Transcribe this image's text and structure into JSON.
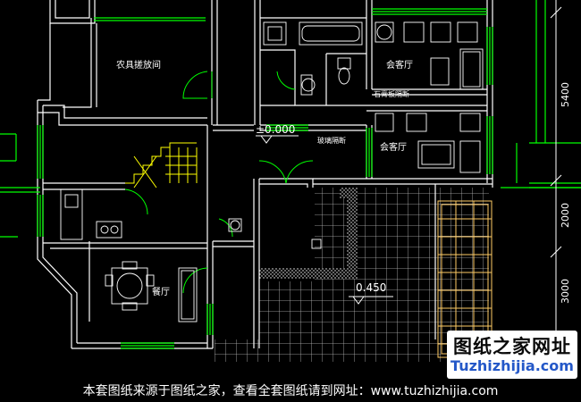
{
  "rooms": {
    "storage": "农具搓放间",
    "reception_top": "会客厅",
    "reception_mid": "会客厅",
    "dining": "餐厅",
    "gypsum_partition": "石膏板隔断",
    "glass_partition": "玻璃隔断"
  },
  "levels": {
    "main": "±0.000",
    "yard": "0.450"
  },
  "dimensions": [
    "5400",
    "2000",
    "3000"
  ],
  "watermark": {
    "title": "图纸之家网址",
    "url": "Tuzhizhijia.com"
  },
  "footer": "本套图纸来源于图纸之家，查看全套图纸请到网址：www.tuzhizhijia.com",
  "colors": {
    "background": "#000000",
    "wall": "#ffffff",
    "window": "#00ff00",
    "door": "#00ff00",
    "stair": "#ffff00",
    "pergola": "#ffcc66",
    "furniture": "#ffffff",
    "grid": "#ffffff"
  }
}
